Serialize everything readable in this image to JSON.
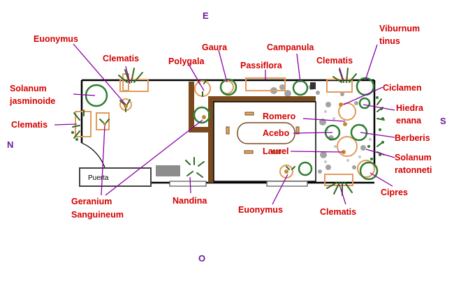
{
  "compass": {
    "north": "N",
    "south": "S",
    "east": "E",
    "west": "O"
  },
  "door_label": "Puerta",
  "plant_labels": {
    "euonymus_top": "Euonymus",
    "clematis_top_left": "Clematis",
    "solanum_line1": "Solanum",
    "solanum_line2": "jasminoide",
    "clematis_left": "Clematis",
    "polygala": "Polygala",
    "gaura": "Gaura",
    "passiflora": "Passiflora",
    "campanula": "Campanula",
    "clematis_top_right": "Clematis",
    "viburnum_line1": "Viburnum",
    "viburnum_line2": "tinus",
    "ciclamen": "Ciclamen",
    "hiedra_line1": "Hiedra",
    "hiedra_line2": "enana",
    "romero": "Romero",
    "acebo": "Acebo",
    "berberis": "Berberis",
    "laurel": "Laurel",
    "solanum_r_line1": "Solanum",
    "solanum_r_line2": "ratonneti",
    "cipres": "Cipres",
    "clematis_bottom": "Clematis",
    "euonymus_bottom": "Euonymus",
    "nandina": "Nandina",
    "geranium_line1": "Geranium",
    "geranium_line2": "Sanguineum"
  },
  "colors": {
    "label_red": "#d40000",
    "compass_purple": "#6a1b9a",
    "leader_purple": "#8e00a8",
    "wall": "#000000",
    "brown_border": "#7a4a1e",
    "planter_orange": "#e39a5a",
    "plant_green": "#2e7d32",
    "gravel_grey": "#9e9e9e"
  }
}
